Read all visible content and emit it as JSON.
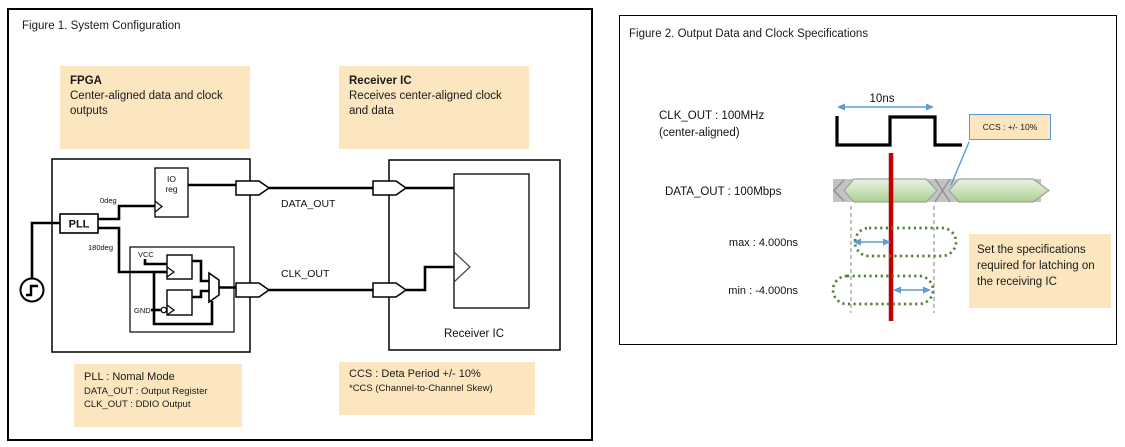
{
  "figure1": {
    "title": "Figure 1. System Configuration",
    "fpga_note": {
      "title": "FPGA",
      "body": "Center-aligned data and clock outputs"
    },
    "receiver_note": {
      "title": "Receiver IC",
      "body": "Receives center-aligned clock and data"
    },
    "diagram": {
      "pll_label": "PLL",
      "io_reg_line1": "IO",
      "io_reg_line2": "reg",
      "phase_0": "0deg",
      "phase_180": "180deg",
      "vcc_label": "VCC",
      "gnd_label": "GND",
      "data_out_label": "DATA_OUT",
      "clk_out_label": "CLK_OUT",
      "receiver_label": "Receiver IC"
    },
    "pll_note": {
      "line1": "PLL : Nomal Mode",
      "line2": "DATA_OUT : Output Register",
      "line3": "CLK_OUT : DDIO Output"
    },
    "ccs_note": {
      "line1": "CCS : Deta Period +/- 10%",
      "line2": "*CCS (Channel-to-Channel Skew)"
    }
  },
  "figure2": {
    "title": "Figure 2. Output Data and Clock Specifications",
    "clk_label": "CLK_OUT : 100MHz",
    "clk_sublabel": "(center-aligned)",
    "period_label": "10ns",
    "ccs_callout": "CCS : +/- 10%",
    "data_label": "DATA_OUT : 100Mbps",
    "max_label": "max : 4.000ns",
    "min_label": "min : -4.000ns",
    "note": "Set the specifications required for latching on the receiving IC"
  },
  "colors": {
    "note_background": "#fbe6c0",
    "callout_border": "#5b9bd5",
    "arrow_blue": "#5b9bd5",
    "sampling_line_red": "#c00000",
    "eye_green": "#abd191",
    "valid_window_green": "#548235",
    "crossing_gray": "#c3c3c3"
  }
}
